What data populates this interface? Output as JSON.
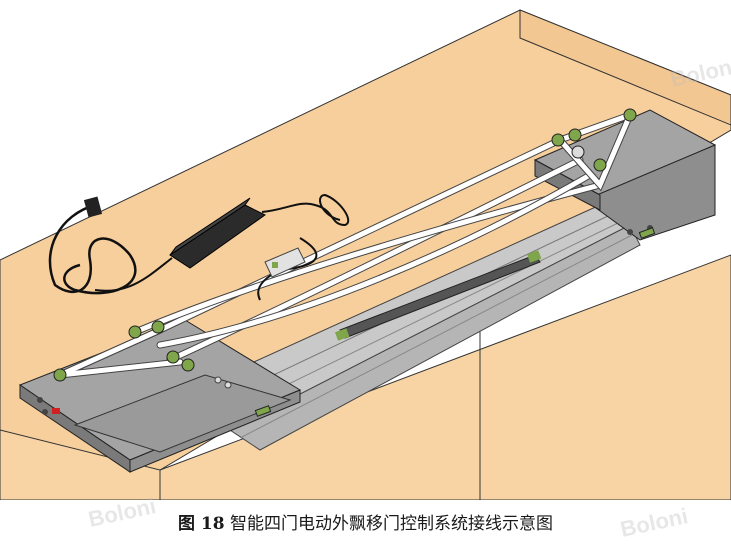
{
  "caption": {
    "figure_number": "图 18",
    "title": "智能四门电动外飘移门控制系统接线示意图"
  },
  "watermark": {
    "text": "Boloni"
  },
  "colors": {
    "cabinet": "#f7cf9d",
    "cabinet_shade": "#e9bd85",
    "motor_box": "#8e8e8e",
    "motor_top": "#a4a4a4",
    "rail": "#c9c9c9",
    "cable": "#ffffff",
    "pulley": "#7fa64a",
    "adapter": "#2b2b2b"
  }
}
